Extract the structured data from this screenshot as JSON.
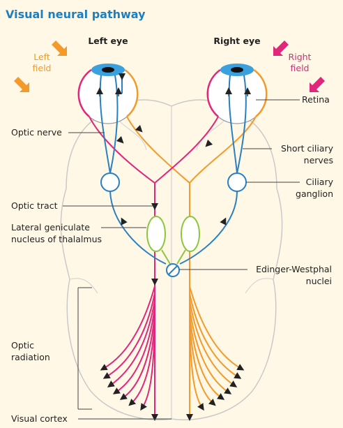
{
  "title": "Visual neural pathway",
  "eyes": {
    "left": "Left eye",
    "right": "Right eye"
  },
  "fields": {
    "left": [
      "Left",
      "field"
    ],
    "right": [
      "Right",
      "field"
    ]
  },
  "labels": {
    "retina": "Retina",
    "optic_nerve": "Optic nerve",
    "short_ciliary": [
      "Short ciliary",
      "nerves"
    ],
    "ciliary_ganglion": [
      "Ciliary",
      "ganglion"
    ],
    "optic_tract": "Optic tract",
    "lgn": [
      "Lateral geniculate",
      "nucleus of thalalmus"
    ],
    "edinger": [
      "Edinger-Westphal",
      "nuclei"
    ],
    "optic_radiation": [
      "Optic",
      "radiation"
    ],
    "visual_cortex": "Visual cortex"
  },
  "colors": {
    "title": "#1c7fc0",
    "blue_pathway": "#2a7fc1",
    "left_field": "#f39a2a",
    "right_field": "#e0277c",
    "nucleus": "#8cc63f",
    "brain_outline": "#c9c9c9",
    "background": "#fff8e6"
  }
}
